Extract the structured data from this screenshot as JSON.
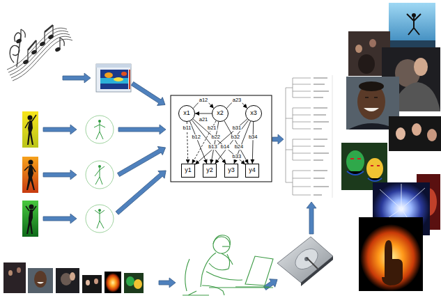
{
  "diagram": {
    "nodes": [
      {
        "text": [
          "x1"
        ]
      },
      {
        "text": [
          "x2"
        ]
      },
      {
        "text": [
          "x3"
        ]
      },
      {
        "text": [
          "y1"
        ]
      },
      {
        "text": [
          "y2"
        ]
      },
      {
        "text": [
          "y3"
        ]
      },
      {
        "text": [
          "y4"
        ]
      }
    ],
    "edges": [
      {
        "from": 0,
        "to": 1,
        "label": "a12",
        "arrow": "to"
      },
      {
        "from": 1,
        "to": 0,
        "label": "a21",
        "arrow": "to"
      },
      {
        "from": 1,
        "to": 2,
        "label": "a23",
        "arrow": "to"
      },
      {
        "from": 0,
        "to": 3,
        "label": "b11",
        "arrow": "to"
      },
      {
        "from": 0,
        "to": 4,
        "label": "b12",
        "arrow": "to"
      },
      {
        "from": 0,
        "to": 5,
        "label": "b13",
        "arrow": "to"
      },
      {
        "from": 0,
        "to": 6,
        "label": "b14",
        "arrow": "to"
      },
      {
        "from": 1,
        "to": 3,
        "label": "b21",
        "arrow": "to"
      },
      {
        "from": 1,
        "to": 4,
        "label": "b22",
        "arrow": "to"
      },
      {
        "from": 1,
        "to": 6,
        "label": "b24",
        "arrow": "to"
      },
      {
        "from": 2,
        "to": 3,
        "label": "b31",
        "arrow": "to"
      },
      {
        "from": 2,
        "to": 4,
        "label": "b32",
        "arrow": "to"
      },
      {
        "from": 2,
        "to": 5,
        "label": "b33",
        "arrow": "to"
      },
      {
        "from": 2,
        "to": 6,
        "label": "b34",
        "arrow": "to"
      }
    ]
  }
}
